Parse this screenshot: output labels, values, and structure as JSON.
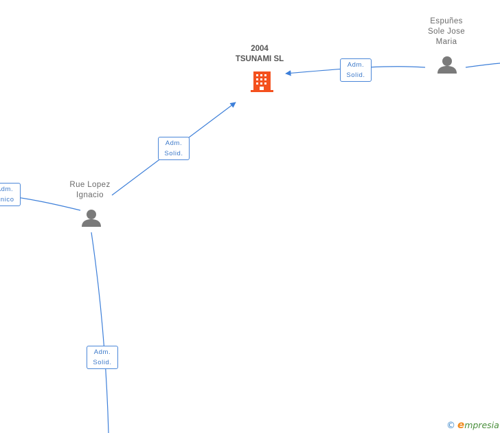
{
  "nodes": {
    "company": {
      "line1": "2004",
      "line2": "TSUNAMI SL",
      "icon": "building-icon",
      "color": "#f4511e"
    },
    "espunes": {
      "line1": "Espuñes",
      "line2": "Sole Jose",
      "line3": "Maria",
      "icon": "person-icon"
    },
    "rue": {
      "line1": "Rue Lopez",
      "line2": "Ignacio",
      "icon": "person-icon"
    }
  },
  "relations": [
    {
      "line1": "Adm.",
      "line2": "Solid."
    },
    {
      "line1": "Adm.",
      "line2": "Solid."
    },
    {
      "line1": "Adm.",
      "line2": "Solid."
    },
    {
      "line1": "Adm.",
      "line2": "Unico"
    }
  ],
  "colors": {
    "edge": "#3d7fd9",
    "person": "#7a7a7a",
    "company": "#f4511e"
  },
  "brand": {
    "copyright": "©",
    "initial": "e",
    "name": "mpresia"
  }
}
